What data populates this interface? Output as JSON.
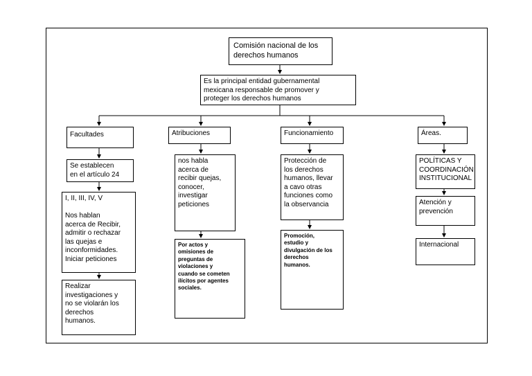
{
  "root": "Comisión nacional de los\nderechos humanos",
  "definition": "Es la principal entidad gubernamental\nmexicana responsable de promover y\nproteger los derechos humanos",
  "branches": {
    "facultades": {
      "title": "Facultades",
      "items": [
        "Se establecen\nen el artículo 24",
        "I, II, III, IV, V\n\nNos hablan\nacerca de Recibir,\nadmitir o rechazar\nlas quejas e\ninconformidades.\nIniciar peticiones",
        "Realizar\ninvestigaciones y\nno se violarán los\nderechos\nhumanos."
      ]
    },
    "atribuciones": {
      "title": "Atribuciones",
      "items": [
        "nos habla\nacerca de\nrecibir quejas,\nconocer,\ninvestigar\npeticiones",
        "Por actos y\nomisiones de\npreguntas de\nviolaciones y\ncuando se cometen\nilícitos por agentes\nsociales."
      ]
    },
    "funcionamiento": {
      "title": "Funcionamiento",
      "items": [
        "Protección de\nlos derechos\nhumanos, llevar\na cavo otras\nfunciones como\nla observancia",
        "Promoción,\nestudio y\ndivulgación de los\nderechos\nhumanos."
      ]
    },
    "areas": {
      "title": "Áreas.",
      "items": [
        "POLÍTICAS Y\nCOORDINACIÓN\nINSTITUCIONAL",
        "Atención y\nprevención",
        "Internacional"
      ]
    }
  }
}
